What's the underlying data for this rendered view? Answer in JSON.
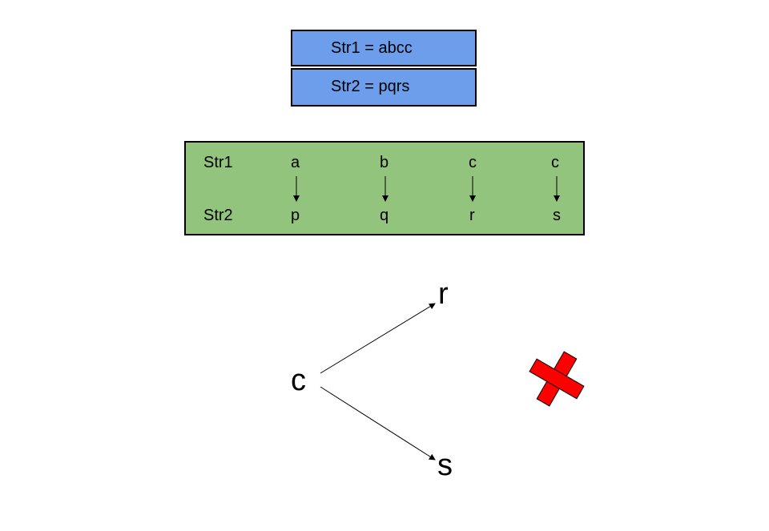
{
  "definitions": {
    "str1": "Str1 = abcc",
    "str2": "Str2 = pqrs",
    "box_color": "#6d9eeb"
  },
  "mapping": {
    "row1_label": "Str1",
    "row2_label": "Str2",
    "str1_chars": [
      "a",
      "b",
      "c",
      "c"
    ],
    "str2_chars": [
      "p",
      "q",
      "r",
      "s"
    ],
    "box_color": "#93c47d"
  },
  "conflict": {
    "source": "c",
    "targets": [
      "r",
      "s"
    ],
    "invalid_icon": "red-x-icon",
    "invalid_color": "#ff0000"
  }
}
